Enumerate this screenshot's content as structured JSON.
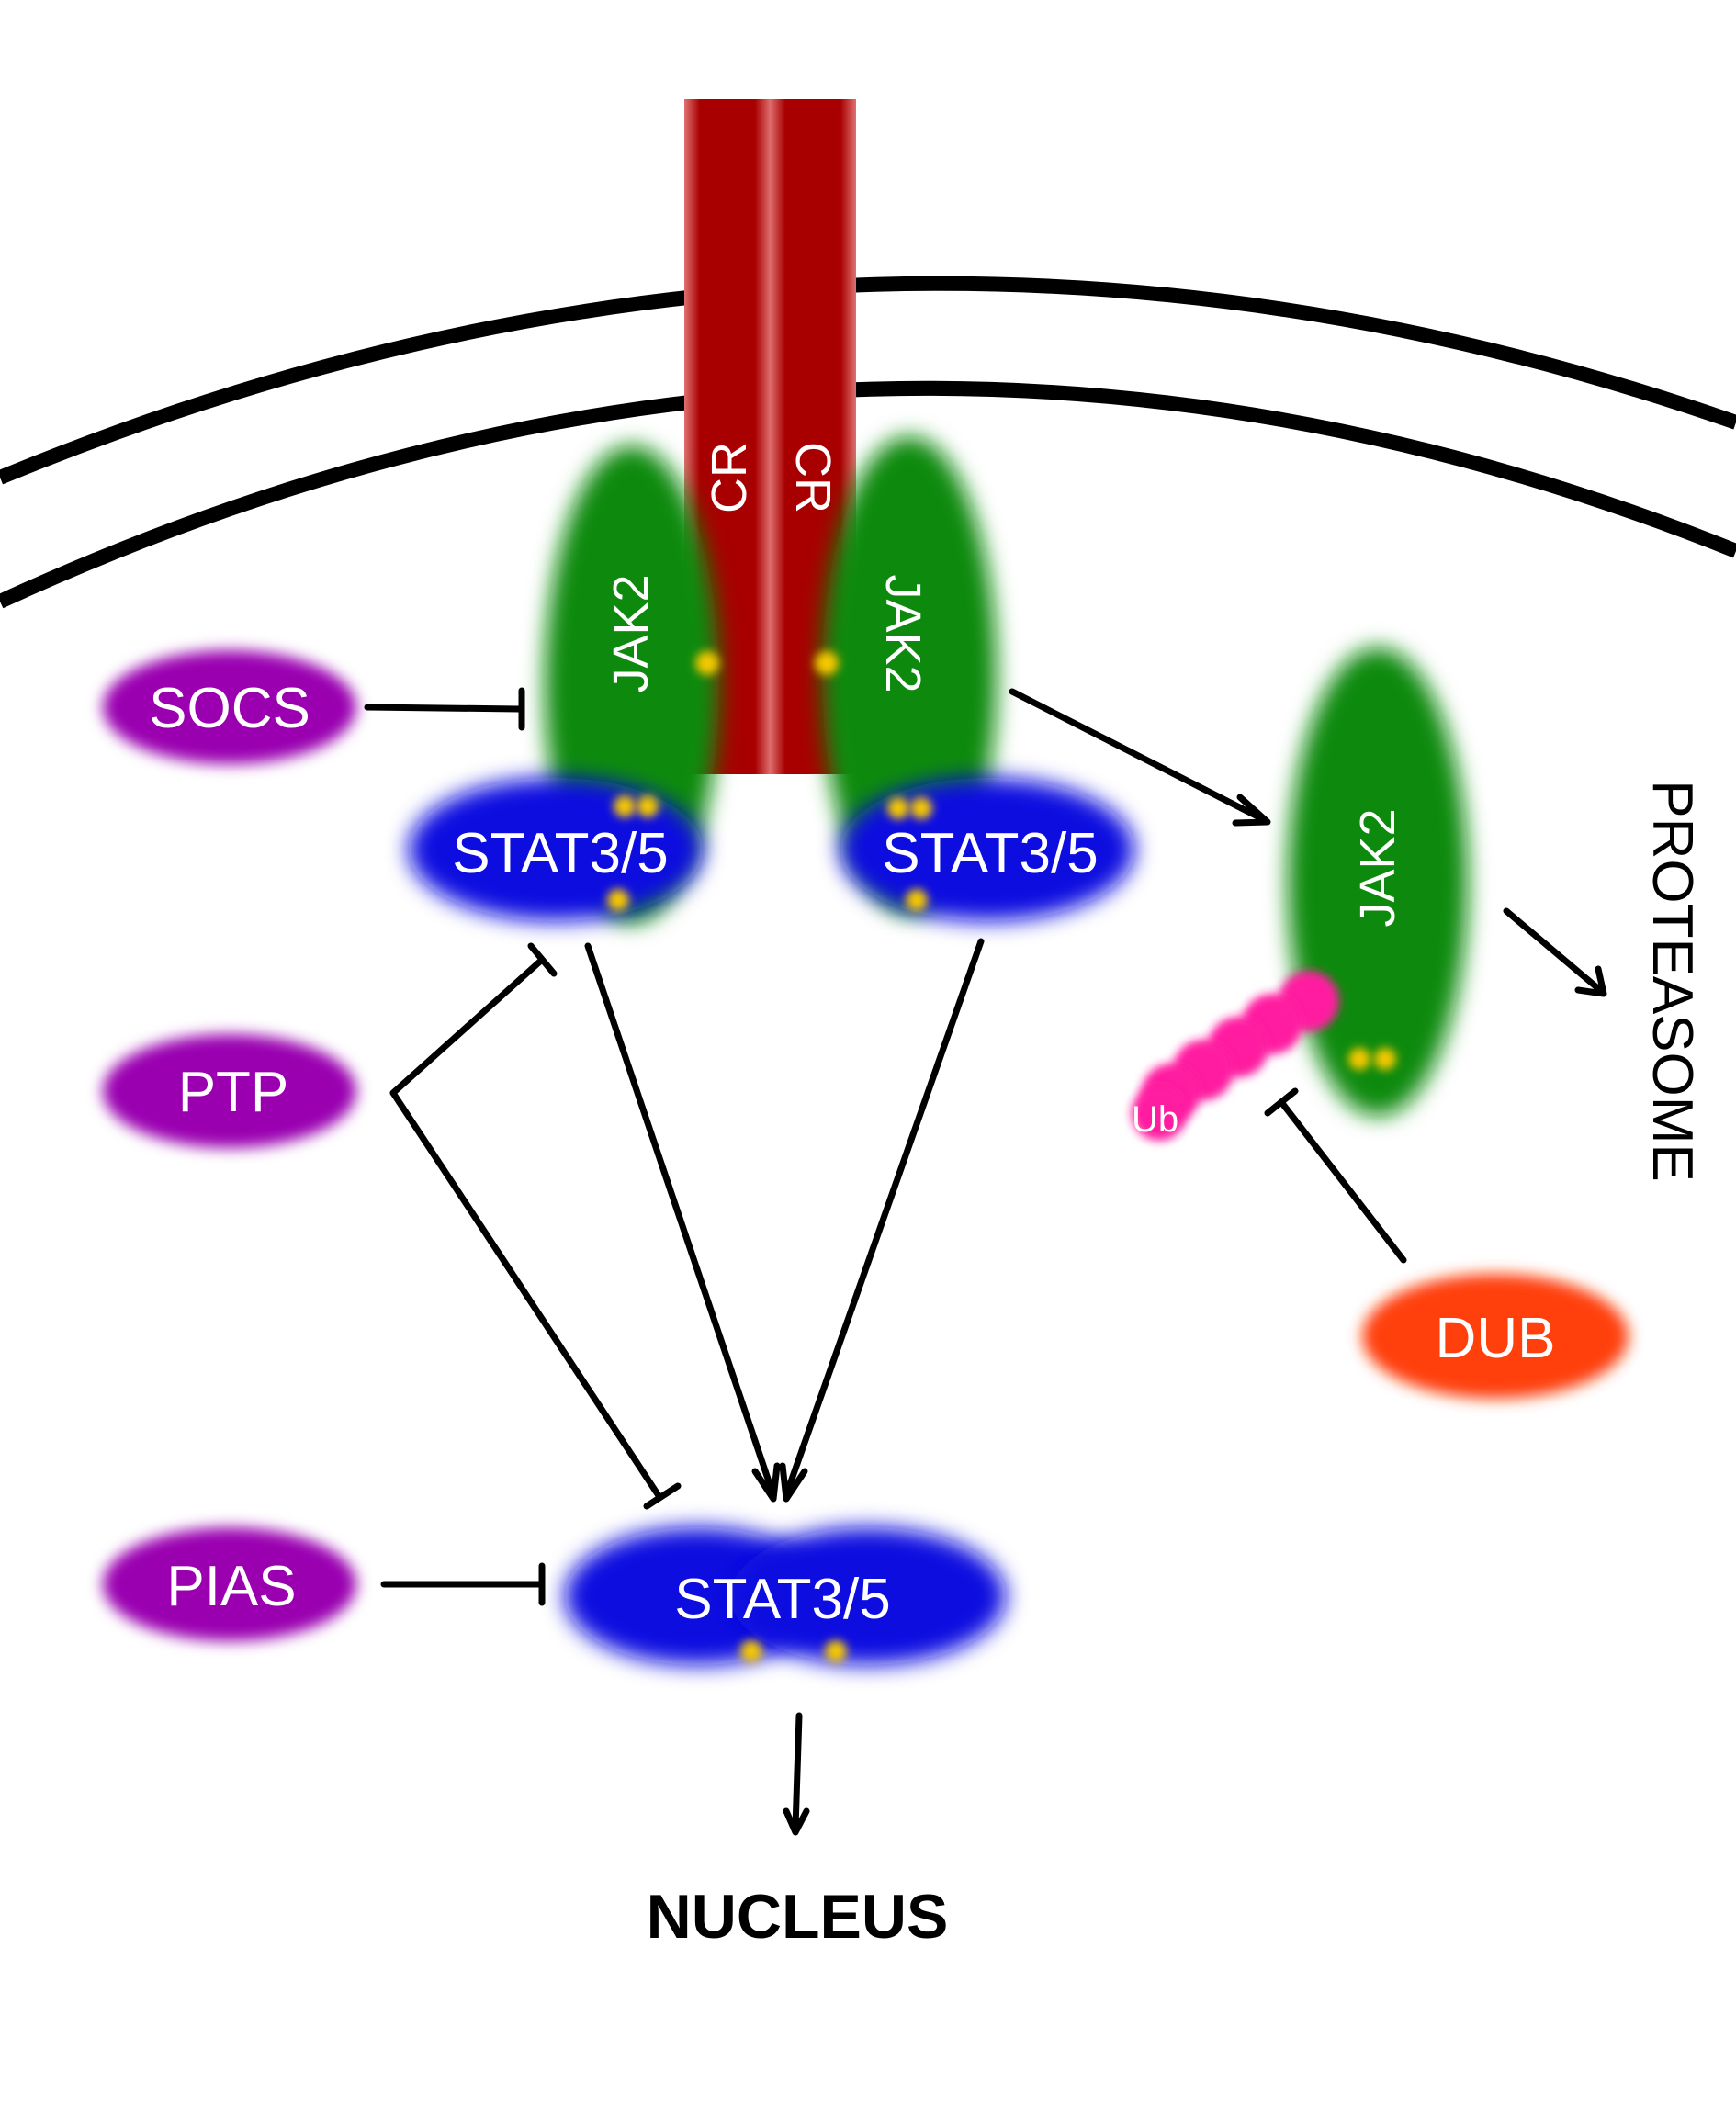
{
  "labels": {
    "cr_left": "CR",
    "cr_right": "CR",
    "jak2_left": "JAK2",
    "jak2_right": "JAK2",
    "jak2_free": "JAK2",
    "stat_left": "STAT3/5",
    "stat_right": "STAT3/5",
    "stat_dimer": "STAT3/5",
    "socs": "SOCS",
    "ptp": "PTP",
    "pias": "PIAS",
    "dub": "DUB",
    "ub": "Ub",
    "proteasome": "PROTEASOME",
    "nucleus": "NUCLEUS"
  },
  "colors": {
    "receptor": "#a30000",
    "jak2": "#0a8a0a",
    "stat": "#1010e0",
    "regulator": "#9a00b0",
    "dub": "#ff4010",
    "ubiquitin": "#ff1aa0",
    "phospho": "#f5c800",
    "line": "#000000"
  }
}
